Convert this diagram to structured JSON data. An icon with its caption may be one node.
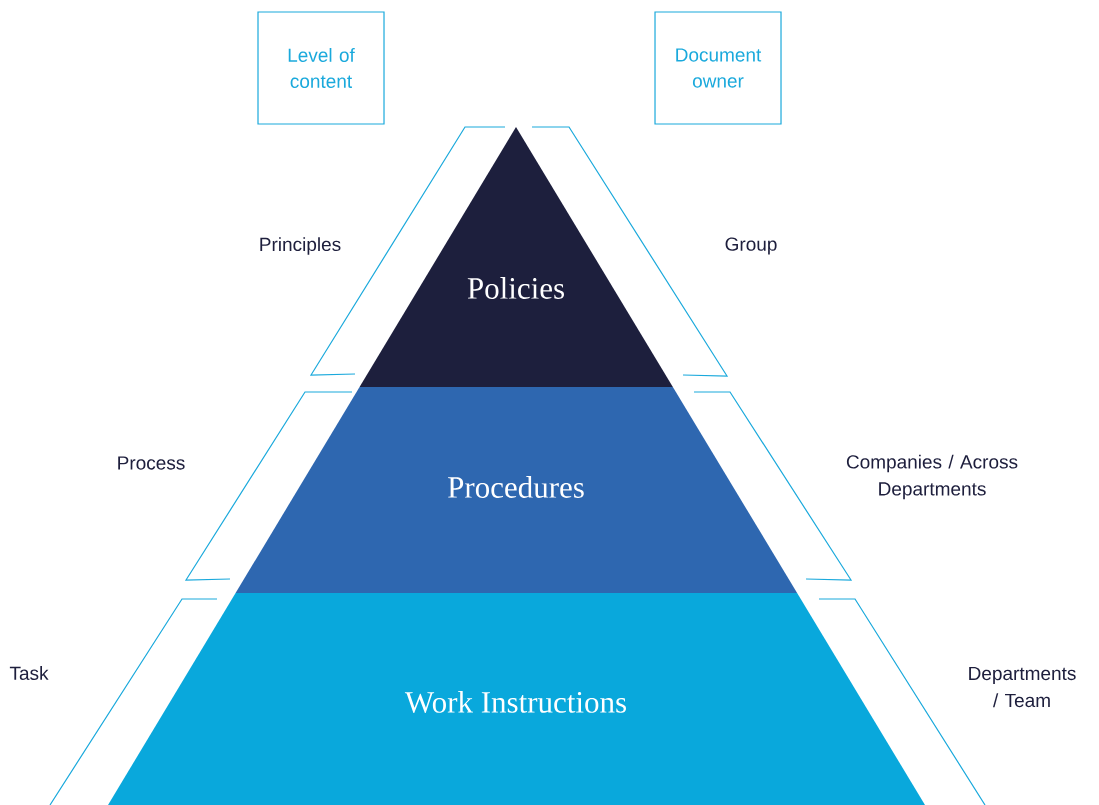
{
  "diagram": {
    "nodes": [
      {
        "text": [
          "Level of content"
        ]
      },
      {
        "text": [
          "Document owner"
        ]
      },
      {
        "text": [
          "Policies"
        ]
      },
      {
        "text": [
          "Procedures"
        ]
      },
      {
        "text": [
          "Work Instructions"
        ]
      }
    ],
    "labels": [
      "Principles",
      "Group",
      "Process",
      "Companies / Across Departments",
      "Task",
      "Departments / Team"
    ]
  }
}
